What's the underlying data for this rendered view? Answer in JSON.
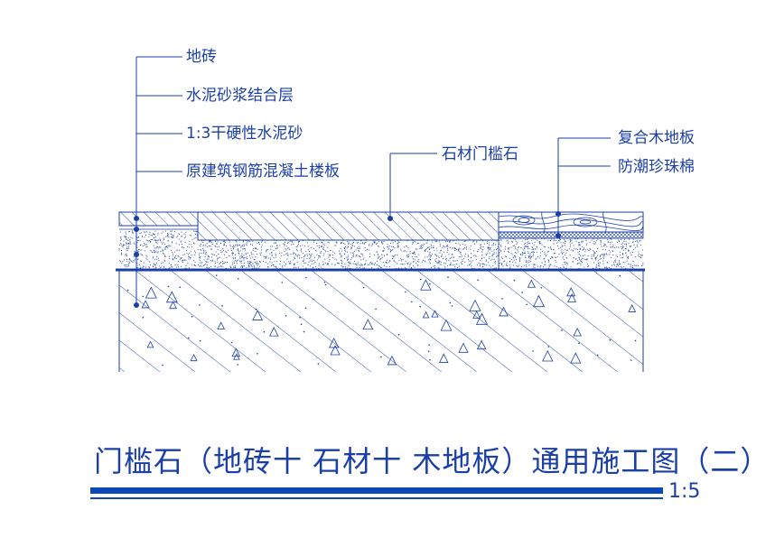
{
  "colors": {
    "line": "#1a3fa8",
    "bar": "#0a47b8"
  },
  "labels_left": [
    "地砖",
    "水泥砂浆结合层",
    "1:3干硬性水泥砂",
    "原建筑钢筋混凝土楼板"
  ],
  "label_mid": "石材门槛石",
  "labels_right": [
    "复合木地板",
    "防潮珍珠棉"
  ],
  "title": "门槛石（地砖十 石材十 木地板）通用施工图（二）",
  "scale": "1:5"
}
